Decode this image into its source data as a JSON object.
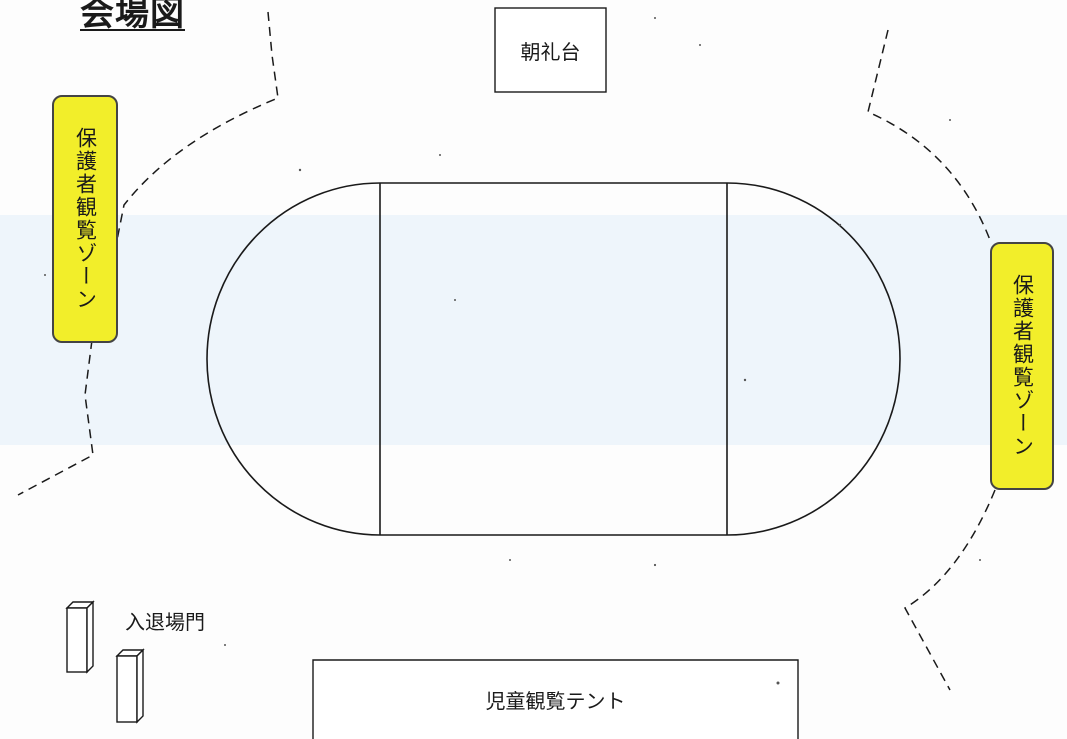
{
  "title": "会場図",
  "stage_label": "朝礼台",
  "zone_left_label": "保護者観覧ゾーン",
  "zone_right_label": "保護者観覧ゾーン",
  "gate_label": "入退場門",
  "tent_label": "児童観覧テント",
  "colors": {
    "zone_fill": "#f2ee2a",
    "line": "#1a1a1a"
  }
}
